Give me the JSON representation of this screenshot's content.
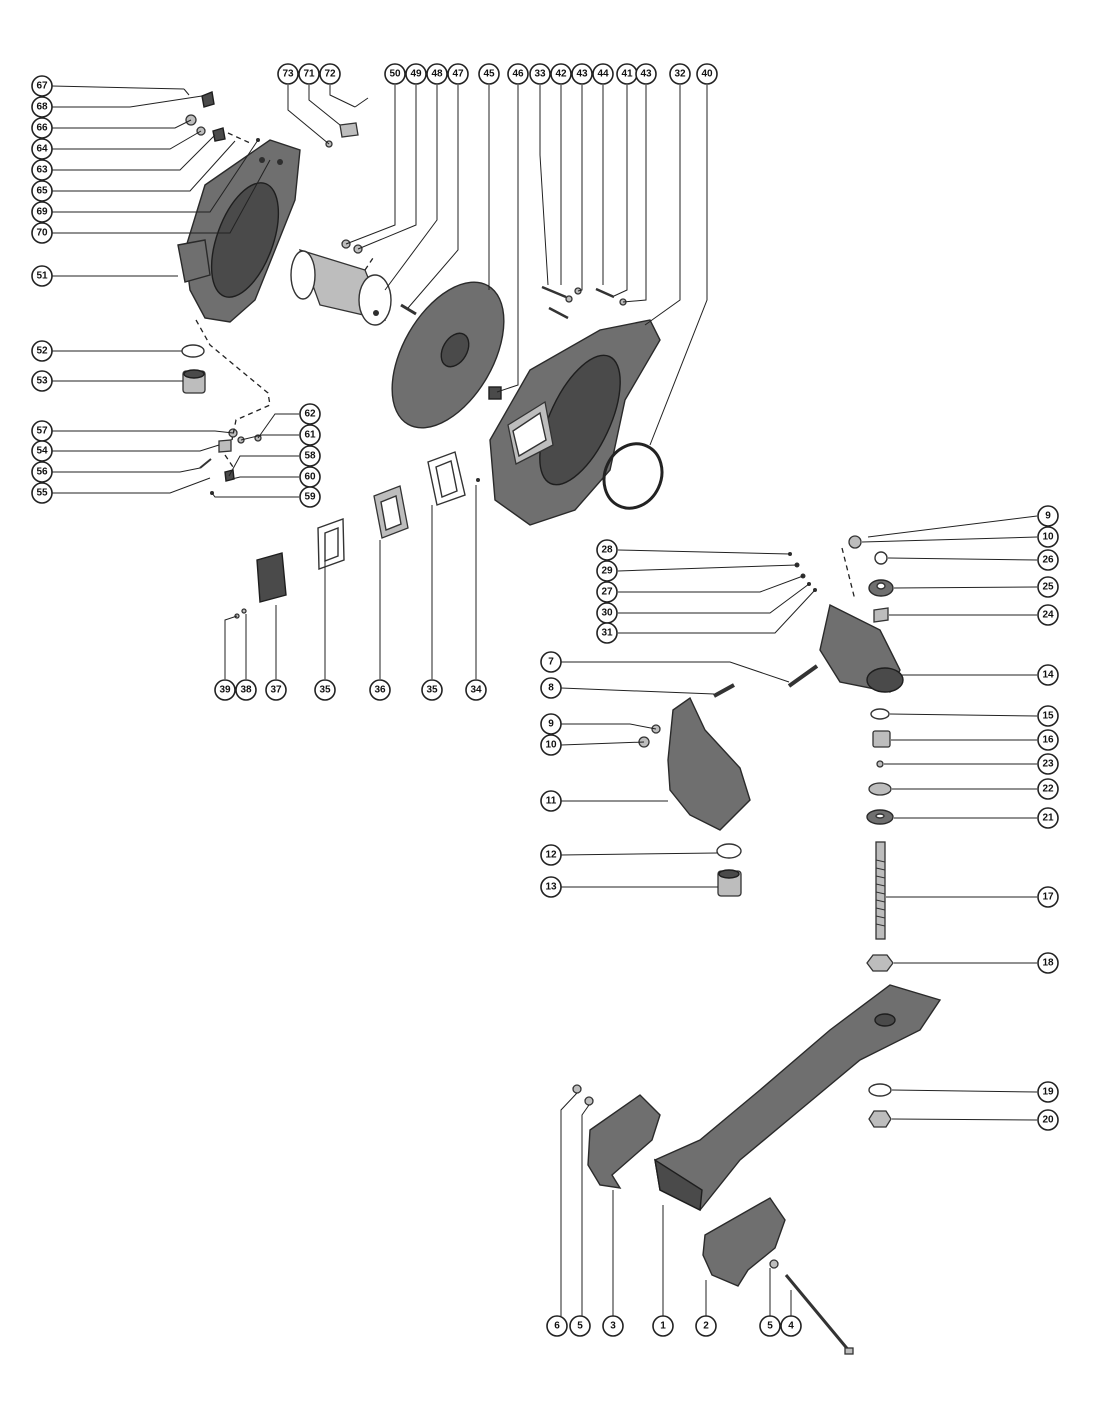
{
  "diagram": {
    "callouts": {
      "c67": "67",
      "c68": "68",
      "c66": "66",
      "c64": "64",
      "c63": "63",
      "c65": "65",
      "c69": "69",
      "c70": "70",
      "c51": "51",
      "c52": "52",
      "c53": "53",
      "c57": "57",
      "c54": "54",
      "c56": "56",
      "c55": "55",
      "c62": "62",
      "c61": "61",
      "c58": "58",
      "c60": "60",
      "c59": "59",
      "c73": "73",
      "c71": "71",
      "c72": "72",
      "c50": "50",
      "c49": "49",
      "c48": "48",
      "c47": "47",
      "c45": "45",
      "c46": "46",
      "c33": "33",
      "c42": "42",
      "c43a": "43",
      "c44": "44",
      "c41": "41",
      "c43b": "43",
      "c32": "32",
      "c40": "40",
      "c39": "39",
      "c38": "38",
      "c37": "37",
      "c35a": "35",
      "c36": "36",
      "c35b": "35",
      "c34": "34",
      "c9a": "9",
      "c10a": "10",
      "c26": "26",
      "c25": "25",
      "c24": "24",
      "c14": "14",
      "c15": "15",
      "c16": "16",
      "c23": "23",
      "c22": "22",
      "c21": "21",
      "c17": "17",
      "c18": "18",
      "c19": "19",
      "c20": "20",
      "c28": "28",
      "c29": "29",
      "c27": "27",
      "c30": "30",
      "c31": "31",
      "c7": "7",
      "c8": "8",
      "c9b": "9",
      "c10b": "10",
      "c11": "11",
      "c12": "12",
      "c13": "13",
      "c6": "6",
      "c5a": "5",
      "c3": "3",
      "c1": "1",
      "c2": "2",
      "c5b": "5",
      "c4": "4"
    }
  }
}
